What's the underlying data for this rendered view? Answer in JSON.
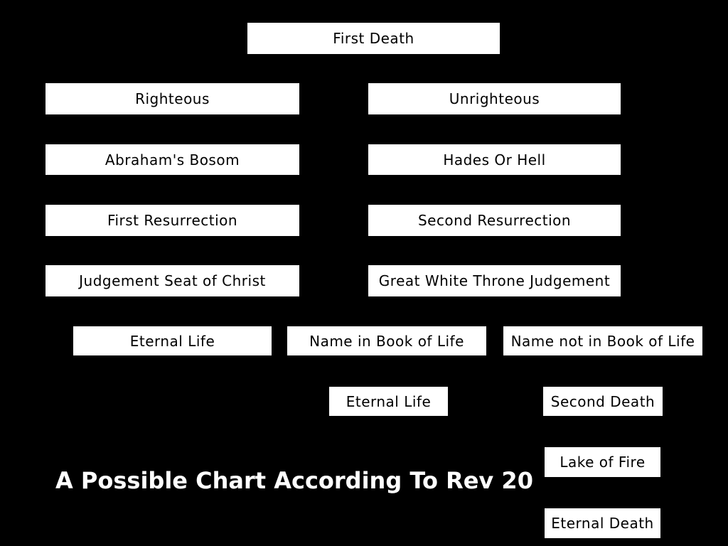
{
  "nodes": {
    "first_death": "First Death",
    "righteous": "Righteous",
    "unrighteous": "Unrighteous",
    "abrahams_bosom": "Abraham's Bosom",
    "hades_or_hell": "Hades Or Hell",
    "first_resurrection": "First Resurrection",
    "second_resurrection": "Second Resurrection",
    "judgement_seat": "Judgement Seat of Christ",
    "great_white_throne": "Great White Throne Judgement",
    "eternal_life_1": "Eternal Life",
    "name_in_book": "Name in Book of Life",
    "name_not_in_book": "Name not in Book of Life",
    "eternal_life_2": "Eternal Life",
    "second_death": "Second Death",
    "lake_of_fire": "Lake of Fire",
    "eternal_death": "Eternal Death"
  },
  "caption": "A Possible Chart According To Rev 20",
  "colors": {
    "background": "#000000",
    "box": "#ffffff",
    "box_text": "#000000",
    "caption_text": "#ffffff"
  }
}
